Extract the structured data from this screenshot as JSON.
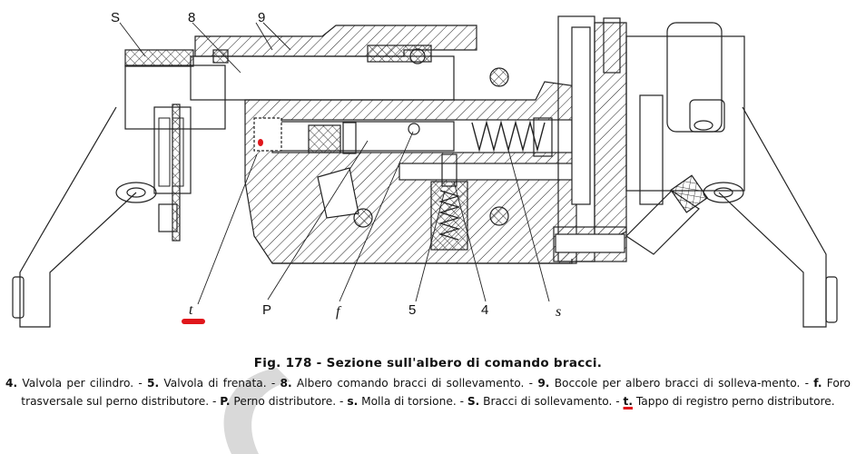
{
  "figure": {
    "number": "Fig. 178",
    "title": "Fig. 178 - Sezione sull'albero di comando bracci.",
    "callouts": {
      "S": "S",
      "8": "8",
      "9": "9",
      "t": "t",
      "P": "P",
      "f": "f",
      "5": "5",
      "4": "4",
      "s": "s"
    },
    "legend": [
      {
        "key": "4.",
        "text": " Valvola per cilindro. - "
      },
      {
        "key": "5.",
        "text": " Valvola di frenata. - "
      },
      {
        "key": "8.",
        "text": " Albero comando bracci di sollevamento. - "
      },
      {
        "key": "9.",
        "text": " Boccole per albero bracci di solleva-mento. - "
      },
      {
        "key": "f.",
        "text": " Foro trasversale sul perno distributore. - "
      },
      {
        "key": "P.",
        "text": " Perno distributore. - "
      },
      {
        "key": "s.",
        "text": " Molla di torsione. - "
      },
      {
        "key": "S.",
        "text": " Bracci di sollevamento. - "
      },
      {
        "key": "t.",
        "text": " Tappo di registro perno distributore."
      }
    ],
    "annotation_color": "#e0161b",
    "watermark_color": "#d9d9d9"
  }
}
